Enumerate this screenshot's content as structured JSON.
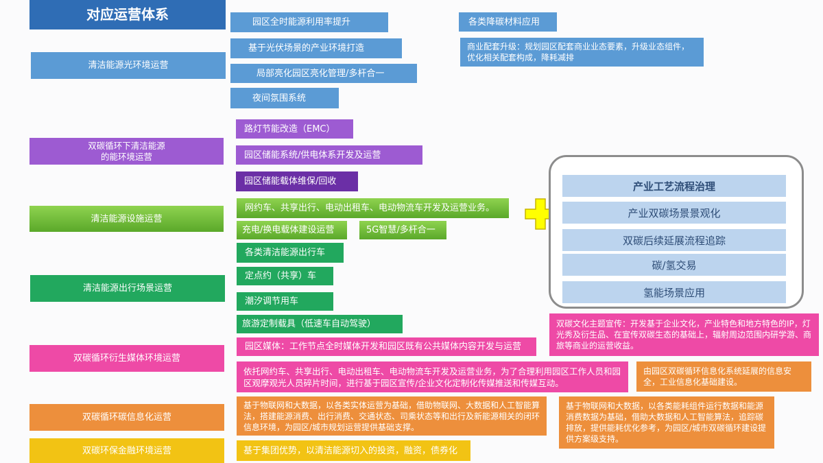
{
  "title": "对应运营体系",
  "left_categories": [
    "清洁能源光环境运营",
    "双碳循环下清洁能源\n的能环境运营",
    "清洁能源设施运营",
    "清洁能源出行场景运营",
    "双碳循环衍生媒体环境运营",
    "双碳循环碳信息化运营",
    "双碳环保金融环境运营"
  ],
  "light_items": [
    "园区全时能源利用率提升",
    "基于光伏场景的产业环境打造",
    "局部亮化园区亮化管理/多杆合一",
    "夜间氛围系统"
  ],
  "right_top_items": [
    "各类降碳材料应用",
    "商业配套升级：规划园区配套商业业态要素，升级业态组件，优化相关配套构成，降耗减排"
  ],
  "energy_items": [
    "路灯节能改造（EMC）",
    "园区储能系统/供电体系开发及运营",
    "园区储能载体维保/回收"
  ],
  "facility_items": [
    "网约车、共享出行、电动出租车、电动物流车开发及运营业务。",
    "充电/换电载体建设运营",
    "5G智慧/多杆合一"
  ],
  "travel_items": [
    "各类清洁能源出行车",
    "定点约（共享）车",
    "潮汐调节用车",
    "旅游定制载具（低速车自动驾驶）"
  ],
  "media_items": [
    "园区媒体：工作节点全时媒体开发和园区既有公共媒体内容开发与运营",
    "依托网约车、共享出行、电动出租车、电动物流车开发及运营业务，为了合理利用园区工作人员和园区观摩观光人员碎片时间，进行基于园区宣传/企业文化定制化传媒推送和传媒互动。",
    "双碳文化主题宣传：开发基于企业文化，产业特色和地方特色的IP，灯光秀及衍生品、在宣传双碳生态的基础上，辐射周边范围内研学游、商旅等商业的运营收益。",
    "由园区双碳循环信息化系统延展的信息安全，工业信息化基础建设。"
  ],
  "info_items": [
    "基于物联网和大数据，以各类实体运营为基础，借助物联网、大数据和人工智能算法，搭建能源消费、出行消费、交通状态、司乘状态等和出行及新能源相关的闭环信息环境，为园区/城市规划运营提供基础支撑。",
    "基于物联网和大数据，以各类能耗组件运行数据和能源消费数据为基础，借助大数据和人工智能算法，追踪碳排放，提供能耗优化参考，为园区/城市双碳循环建设提供方案级支持。"
  ],
  "finance_items": [
    "基于集团优势，以清洁能源切入的投资，融资，债券化"
  ],
  "panel_items": [
    "产业工艺流程治理",
    "产业双碳场景景观化",
    "双碳后续延展流程追踪",
    "碳/氢交易",
    "氢能场景应用"
  ],
  "colors": {
    "blue": "#5b9bd5",
    "purple": "#9d5bd2",
    "green": "#6fbf3f",
    "green2": "#22a85e",
    "pink": "#ee4aa6",
    "orange": "#ed8f3c",
    "yellow": "#f2c314",
    "panel_box": "#bcd4ee",
    "cross": "#ffff00"
  },
  "icons": [
    "plus-cross-icon"
  ]
}
